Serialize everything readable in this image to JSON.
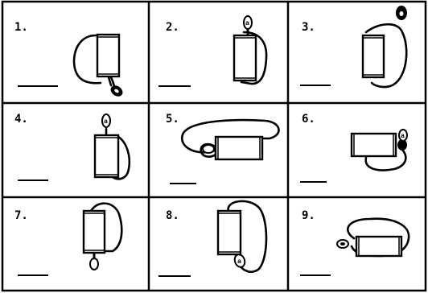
{
  "figure": {
    "cells": [
      {
        "number": "1."
      },
      {
        "number": "2."
      },
      {
        "number": "3."
      },
      {
        "number": "4."
      },
      {
        "number": "5."
      },
      {
        "number": "6."
      },
      {
        "number": "7."
      },
      {
        "number": "8."
      },
      {
        "number": "9."
      }
    ],
    "ink_color": "#000000",
    "background_color": "#ffffff"
  }
}
